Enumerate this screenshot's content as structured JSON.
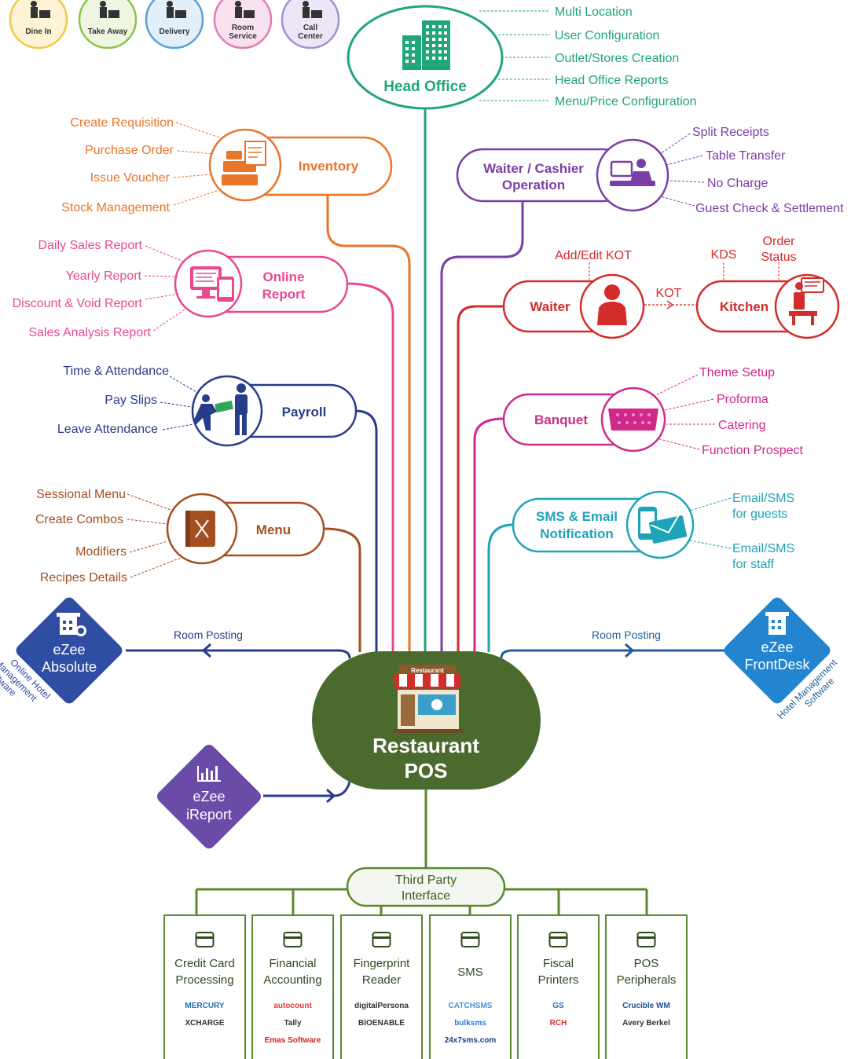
{
  "top_icons": [
    {
      "label_lines": [
        "Dine In"
      ],
      "color": "#f2c84b",
      "fill": "#fdf4d6",
      "icon": "dine-in-icon"
    },
    {
      "label_lines": [
        "Take Away"
      ],
      "color": "#8bc34a",
      "fill": "#eef6e2",
      "icon": "take-away-icon"
    },
    {
      "label_lines": [
        "Delivery"
      ],
      "color": "#5aa0d8",
      "fill": "#e3eff9",
      "icon": "delivery-icon"
    },
    {
      "label_lines": [
        "Room",
        "Service"
      ],
      "color": "#e27bb3",
      "fill": "#f9e2ef",
      "icon": "room-service-icon"
    },
    {
      "label_lines": [
        "Call",
        "Center"
      ],
      "color": "#a58fd4",
      "fill": "#ece6f7",
      "icon": "call-center-icon"
    }
  ],
  "center": {
    "line1": "Restaurant",
    "line2": "POS",
    "sign": "Restaurant",
    "color": "#4b6a2e"
  },
  "modules": {
    "head_office": {
      "label": "Head Office",
      "color": "#1fa67a",
      "items": [
        "Multi Location",
        "User Configuration",
        "Outlet/Stores Creation",
        "Head Office Reports",
        "Menu/Price Configuration"
      ]
    },
    "inventory": {
      "label": "Inventory",
      "color": "#e8752c",
      "items": [
        "Create Requisition",
        "Purchase Order",
        "Issue Voucher",
        "Stock Management"
      ]
    },
    "online_report": {
      "label_lines": [
        "Online",
        "Report"
      ],
      "color": "#e8498f",
      "items": [
        "Daily Sales Report",
        "Yearly Report",
        "Discount & Void Report",
        "Sales Analysis Report"
      ]
    },
    "payroll": {
      "label": "Payroll",
      "color": "#283c8c",
      "items": [
        "Time & Attendance",
        "Pay Slips",
        "Leave Attendance"
      ]
    },
    "menu": {
      "label": "Menu",
      "color": "#a34f22",
      "items": [
        "Sessional Menu",
        "Create Combos",
        "Modifiers",
        "Recipes Details"
      ]
    },
    "waiter_cashier": {
      "label_lines": [
        "Waiter / Cashier",
        "Operation"
      ],
      "color": "#7b3ea6",
      "items": [
        "Split Receipts",
        "Table Transfer",
        "No Charge",
        "Guest Check & Settlement"
      ]
    },
    "waiter": {
      "label": "Waiter",
      "color": "#d42b2b",
      "top_label": "Add/Edit KOT"
    },
    "kitchen": {
      "label": "Kitchen",
      "color": "#d42b2b",
      "labels": [
        "KDS",
        "Order",
        "Status"
      ]
    },
    "kot": {
      "label": "KOT"
    },
    "banquet": {
      "label": "Banquet",
      "color": "#cf2a8a",
      "items": [
        "Theme Setup",
        "Proforma",
        "Catering",
        "Function Prospect"
      ]
    },
    "sms_email": {
      "label_lines": [
        "SMS & Email",
        "Notification"
      ],
      "color": "#1fa3b8",
      "items": [
        {
          "lines": [
            "Email/SMS",
            "for guests"
          ]
        },
        {
          "lines": [
            "Email/SMS",
            "for staff"
          ]
        }
      ]
    }
  },
  "ezee_absolute": {
    "lines": [
      "eZee",
      "Absolute"
    ],
    "color": "#2f4ea3",
    "posting": "Room Posting",
    "caption_lines": [
      "Online Hotel",
      "Management",
      "Software"
    ]
  },
  "ezee_frontdesk": {
    "lines": [
      "eZee",
      "FrontDesk"
    ],
    "color": "#2385cf",
    "posting": "Room Posting",
    "caption_lines": [
      "Hotel Management",
      "Software"
    ]
  },
  "ezee_ireport": {
    "lines": [
      "eZee",
      "iReport"
    ],
    "color": "#6b4ba8"
  },
  "third_party": {
    "title_lines": [
      "Third Party",
      "Interface"
    ],
    "color": "#5a8a2e",
    "cards": [
      {
        "title_lines": [
          "Credit Card",
          "Processing"
        ],
        "icon": "credit-card-icon",
        "logos": [
          "MERCURY",
          "XCHARGE"
        ]
      },
      {
        "title_lines": [
          "Financial",
          "Accounting"
        ],
        "icon": "calculator-icon",
        "logos": [
          "autocount",
          "Tally",
          "Emas Software"
        ]
      },
      {
        "title_lines": [
          "Fingerprint",
          "Reader"
        ],
        "icon": "fingerprint-icon",
        "logos": [
          "digitalPersona",
          "BIOENABLE"
        ]
      },
      {
        "title_lines": [
          "SMS"
        ],
        "icon": "mobile-sms-icon",
        "logos": [
          "CATCHSMS",
          "bulksms",
          "24x7sms.com"
        ]
      },
      {
        "title_lines": [
          "Fiscal",
          "Printers"
        ],
        "icon": "printer-icon",
        "logos": [
          "GS",
          "RCH"
        ]
      },
      {
        "title_lines": [
          "POS",
          "Peripherals"
        ],
        "icon": "shuffle-icon",
        "logos": [
          "Crucible WM",
          "Avery Berkel"
        ]
      }
    ]
  }
}
